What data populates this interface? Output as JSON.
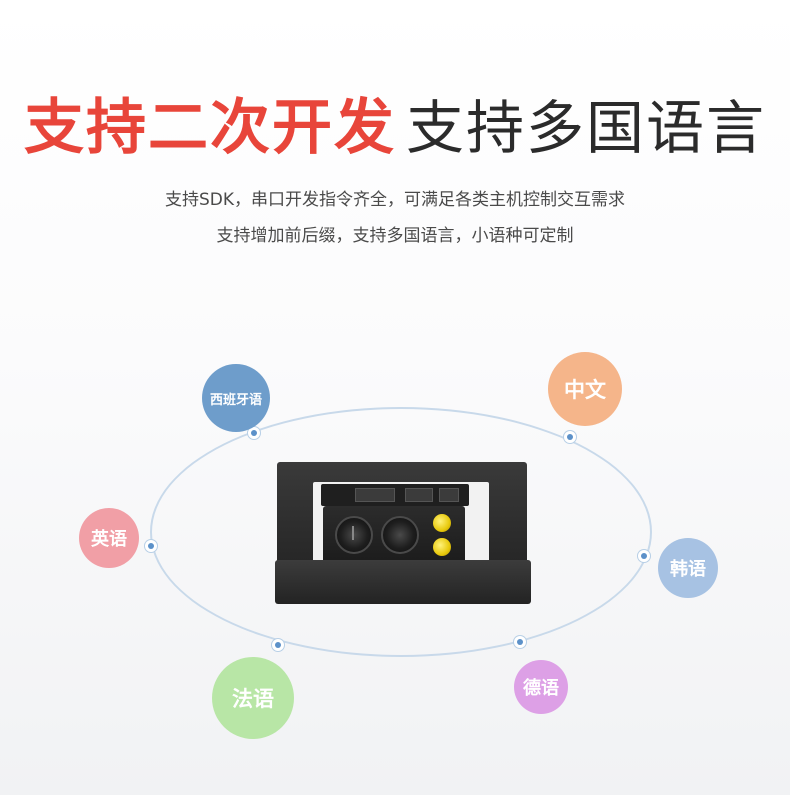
{
  "headline": {
    "highlight": "支持二次开发",
    "main": "支持多国语言"
  },
  "description": {
    "line1": "支持SDK，串口开发指令齐全，可满足各类主机控制交互需求",
    "line2": "支持增加前后缀，支持多国语言，小语种可定制"
  },
  "languages": {
    "spanish": "西班牙语",
    "chinese": "中文",
    "english": "英语",
    "korean": "韩语",
    "french": "法语",
    "german": "德语"
  },
  "colors": {
    "headline_red": "#e8453a",
    "spanish": "#6e9dcb",
    "chinese": "#f5b58a",
    "english": "#f19fa6",
    "korean": "#a7c2e3",
    "french": "#b8e6a6",
    "german": "#dda0e6"
  }
}
